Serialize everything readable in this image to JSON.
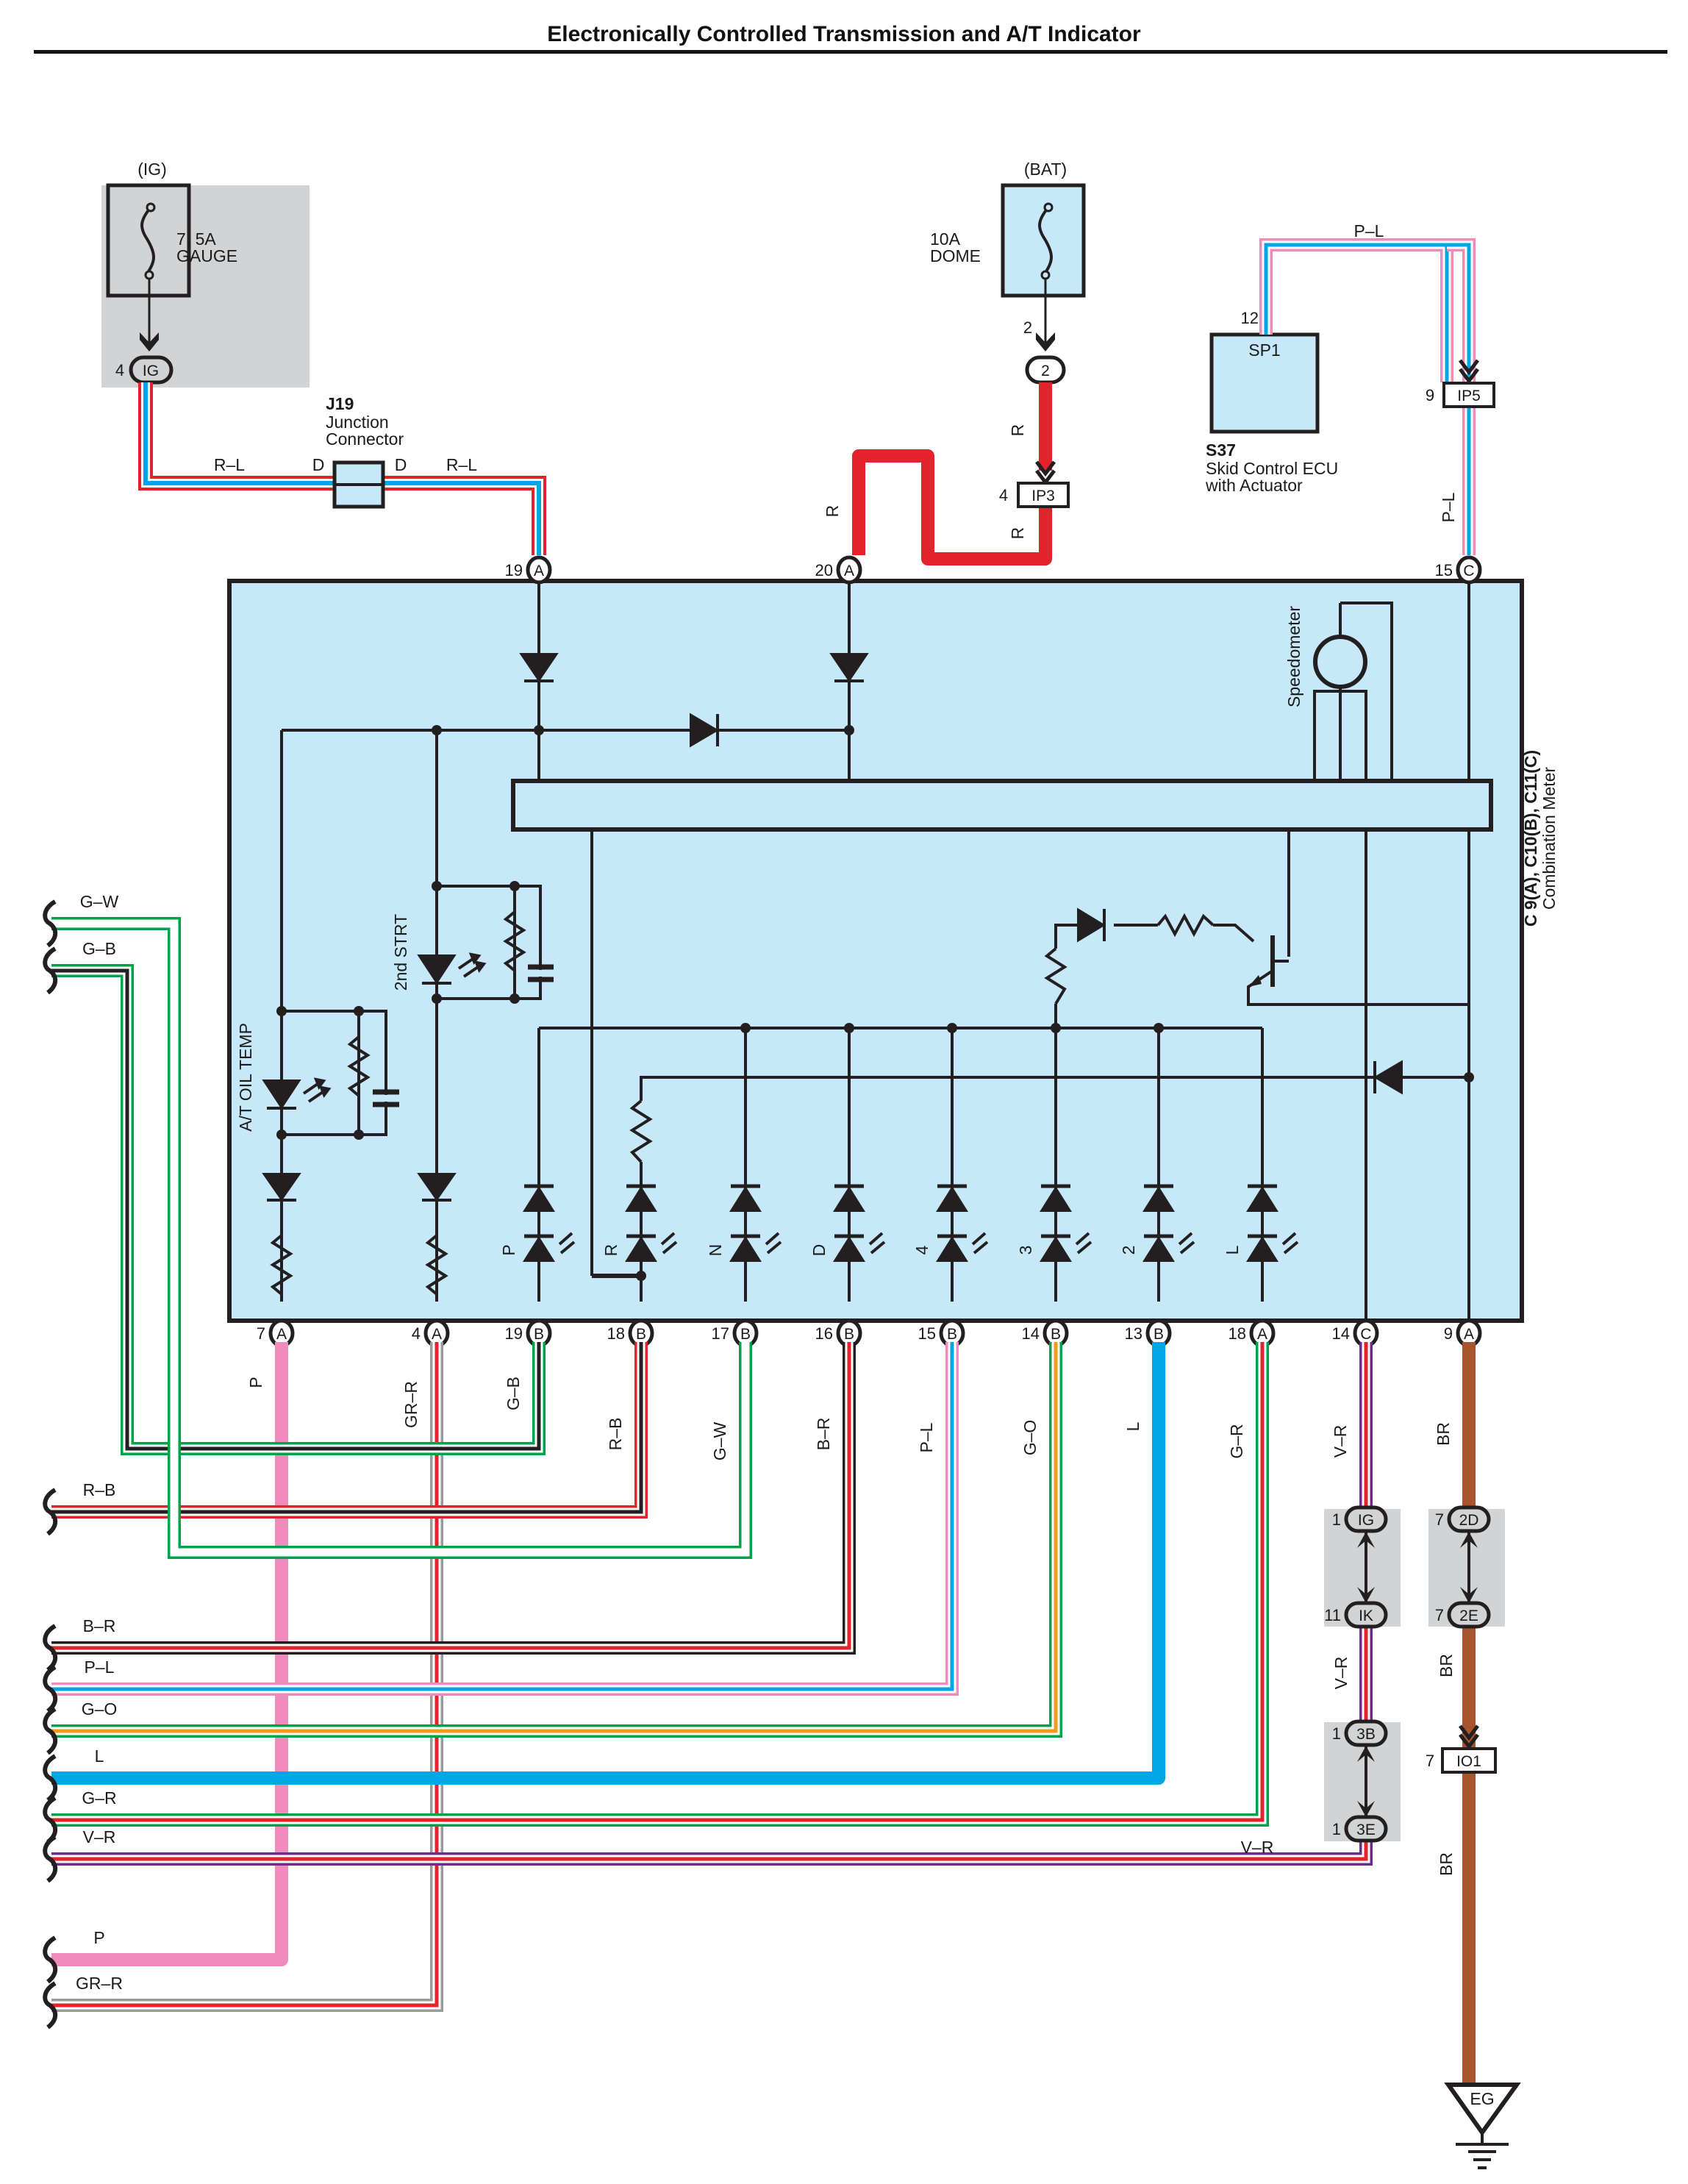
{
  "title": "Electronically Controlled Transmission and A/T Indicator",
  "colors": {
    "module_fill": "#c7e8f8",
    "junction_block_fill": "#d1d3d4",
    "R": "#e3232c",
    "L": "#00a6e6",
    "P": "#f08bbb",
    "G": "#00a14b",
    "B": "#231f20",
    "W": "#ffffff",
    "O": "#f39a1e",
    "V": "#6e2b8e",
    "GR": "#9a9a9a",
    "BR": "#a8542e"
  },
  "fuses": [
    {
      "id": "gauge",
      "source": "(IG)",
      "rating": "7. 5A",
      "name": "GAUGE",
      "connector": "IG",
      "pin": "4"
    },
    {
      "id": "dome",
      "source": "(BAT)",
      "rating": "10A",
      "name": "DOME",
      "connector": "2",
      "pin": "2"
    }
  ],
  "junction_connector": {
    "id": "J19",
    "name": "Junction",
    "name2": "Connector",
    "pin_left": "D",
    "pin_right": "D"
  },
  "inline_connectors": {
    "ip3": {
      "id": "IP3",
      "pin": "4"
    },
    "ip5": {
      "id": "IP5",
      "pin": "9"
    },
    "io1": {
      "id": "IO1",
      "pin": "7"
    },
    "ig": {
      "id": "IG",
      "pin": "1"
    },
    "ik": {
      "id": "IK",
      "pin": "11"
    },
    "b3": {
      "id": "3B",
      "pin": "1"
    },
    "e3": {
      "id": "3E",
      "pin": "1"
    },
    "d2": {
      "id": "2D",
      "pin": "7"
    },
    "e2": {
      "id": "2E",
      "pin": "7"
    }
  },
  "skid_ecu": {
    "id": "S37",
    "name": "Skid Control ECU",
    "name2": "with Actuator",
    "terminal": "SP1",
    "pin": "12"
  },
  "combination_meter": {
    "title": "C 9(A), C10(B), C11(C)",
    "subtitle": "Combination Meter",
    "speedometer_label": "Speedometer",
    "indicator_labels": {
      "oil_temp": "A/T OIL TEMP",
      "second_start": "2nd STRT"
    },
    "gear_leds": [
      "P",
      "R",
      "N",
      "D",
      "4",
      "3",
      "2",
      "L"
    ],
    "top_pins": [
      {
        "pin": "19",
        "conn": "A"
      },
      {
        "pin": "20",
        "conn": "A"
      },
      {
        "pin": "15",
        "conn": "C"
      }
    ],
    "bottom_pins": [
      {
        "pin": "7",
        "conn": "A",
        "wire": "P"
      },
      {
        "pin": "4",
        "conn": "A",
        "wire": "GR–R"
      },
      {
        "pin": "19",
        "conn": "B",
        "wire": "G–B"
      },
      {
        "pin": "18",
        "conn": "B",
        "wire": "R–B"
      },
      {
        "pin": "17",
        "conn": "B",
        "wire": "G–W"
      },
      {
        "pin": "16",
        "conn": "B",
        "wire": "B–R"
      },
      {
        "pin": "15",
        "conn": "B",
        "wire": "P–L"
      },
      {
        "pin": "14",
        "conn": "B",
        "wire": "G–O"
      },
      {
        "pin": "13",
        "conn": "B",
        "wire": "L"
      },
      {
        "pin": "18",
        "conn": "A",
        "wire": "G–R"
      },
      {
        "pin": "14",
        "conn": "C",
        "wire": "V–R"
      },
      {
        "pin": "9",
        "conn": "A",
        "wire": "BR"
      }
    ]
  },
  "wire_labels": {
    "rl": "R–L",
    "r": "R",
    "pl": "P–L",
    "vr": "V–R",
    "br": "BR"
  },
  "left_harness": [
    "G–W",
    "G–B",
    "R–B",
    "B–R",
    "P–L",
    "G–O",
    "L",
    "G–R",
    "V–R",
    "P",
    "GR–R"
  ],
  "ground": {
    "id": "EG"
  }
}
